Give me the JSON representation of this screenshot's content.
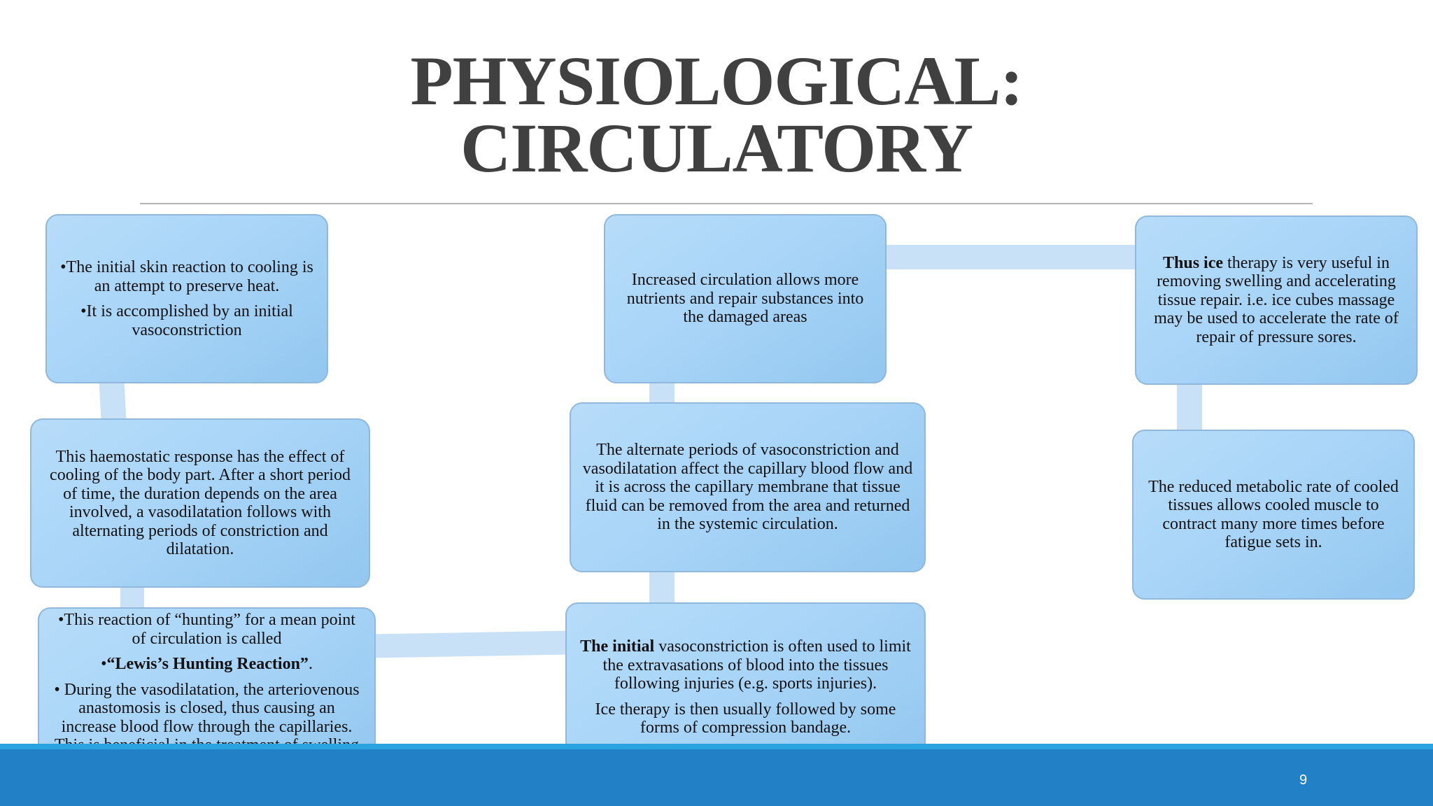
{
  "slide": {
    "title_line1": "PHYSIOLOGICAL:",
    "title_line2": "CIRCULATORY",
    "page_number": "9"
  },
  "boxes": {
    "initial_reaction": {
      "p1": "•The initial skin reaction to cooling is an attempt to preserve heat.",
      "p2": "•It is accomplished by an initial vasoconstriction"
    },
    "haemostatic": {
      "p1": "This haemostatic response has the effect of cooling of the body part.  After a short period of time, the duration depends on the area involved, a vasodilatation follows with alternating periods of constriction and dilatation."
    },
    "hunting": {
      "p1": "•This reaction of “hunting” for a mean point of circulation is called",
      "p2_prefix": "•",
      "p2_bold": "“Lewis’s Hunting Reaction”",
      "p2_suffix": ".",
      "p3": "• During the vasodilatation, the arteriovenous anastomosis is closed, thus causing an increase blood flow through the capillaries. This is beneficial in the treatment of swelling and tissue damage."
    },
    "increased_circulation": {
      "p1": "Increased circulation allows more nutrients and repair substances into the damaged areas"
    },
    "alternate_periods": {
      "p1": "The alternate periods of vasoconstriction and vasodilatation affect the capillary blood flow and it is across the capillary membrane that tissue fluid can be removed from the area and returned in the systemic circulation."
    },
    "initial_vasoconstriction": {
      "p1_bold": "The initial",
      "p1_rest": " vasoconstriction is often used to limit the extravasations of blood into the tissues following injuries (e.g. sports injuries).",
      "p2": "Ice therapy is then usually followed by some forms of compression bandage."
    },
    "ice_therapy": {
      "p1_bold": "Thus ice",
      "p1_rest": " therapy is very useful in removing swelling and accelerating tissue repair. i.e. ice cubes massage may be used to accelerate the rate of repair of pressure sores."
    },
    "metabolic_rate": {
      "p1": "The reduced metabolic rate of cooled tissues allows cooled muscle to contract many more times before fatigue sets in."
    }
  }
}
